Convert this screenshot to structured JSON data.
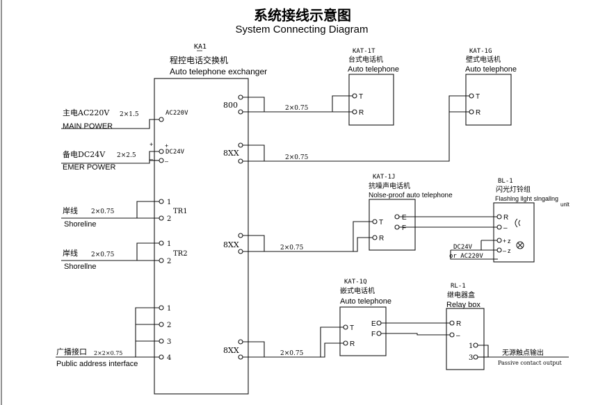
{
  "title_cn": "系统接线示意图",
  "title_en": "System Connecting Diagram",
  "exchanger": {
    "code": "KA1",
    "name_cn": "程控电话交换机",
    "name_en": "Auto telephone  exchanger",
    "ac_terminal": "AC220V",
    "dc_terminal": "DC24V",
    "plus": "+",
    "minus": "–",
    "tr1": "TR1",
    "tr2": "TR2",
    "ports": [
      "800",
      "8XX",
      "8XX",
      "8XX"
    ],
    "pin1": "1",
    "pin2": "2",
    "pin3": "3",
    "pin4": "4"
  },
  "inputs": {
    "main_power_cn": "主电AC220V",
    "main_power_spec": "2×1.5",
    "main_power_en": "MAIN POWER",
    "emer_power_cn": "备电DC24V",
    "emer_power_spec": "2×2.5",
    "emer_power_en": "EMER POWER",
    "shoreline_cn": "岸线",
    "shoreline_spec": "2×0.75",
    "shoreline_en": "Shoreline",
    "shoreline2_en": "Shorellne",
    "pa_cn": "广播接口",
    "pa_spec": "2×2×0.75",
    "pa_en": "Public address interface"
  },
  "cable_label": "2×0.75",
  "devices": {
    "kat1t": {
      "code": "KAT-1T",
      "name_cn": "台式电话机",
      "name_en": "Auto telephone"
    },
    "kat1g": {
      "code": "KAT-1G",
      "name_cn": "壁式电话机",
      "name_en": "Auto telephone"
    },
    "kat1j": {
      "code": "KAT-1J",
      "name_cn": "抗噪声电话机",
      "name_en": "Nolse-proof auto telephone"
    },
    "kat1q": {
      "code": "KAT-1Q",
      "name_cn": "嵌式电话机",
      "name_en": "Auto telephone"
    },
    "bl1": {
      "code": "BL-1",
      "name_cn": "闪光灯铃组",
      "name_en": "Flashlng llght slngallng",
      "name_en2": "unlt"
    },
    "rl1": {
      "code": "RL-1",
      "name_cn": "继电器盒",
      "name_en": "Relay box"
    }
  },
  "pins": {
    "t": "T",
    "r": "R",
    "e": "E",
    "f": "F",
    "dash": "–",
    "one": "1",
    "three": "3"
  },
  "bl_supply": {
    "line1": "DC24V",
    "line2": "or  AC220V",
    "plus": "+",
    "minus": "–",
    "z": "z"
  },
  "output": {
    "cn": "无源触点输出",
    "en": "Passive contact output"
  }
}
